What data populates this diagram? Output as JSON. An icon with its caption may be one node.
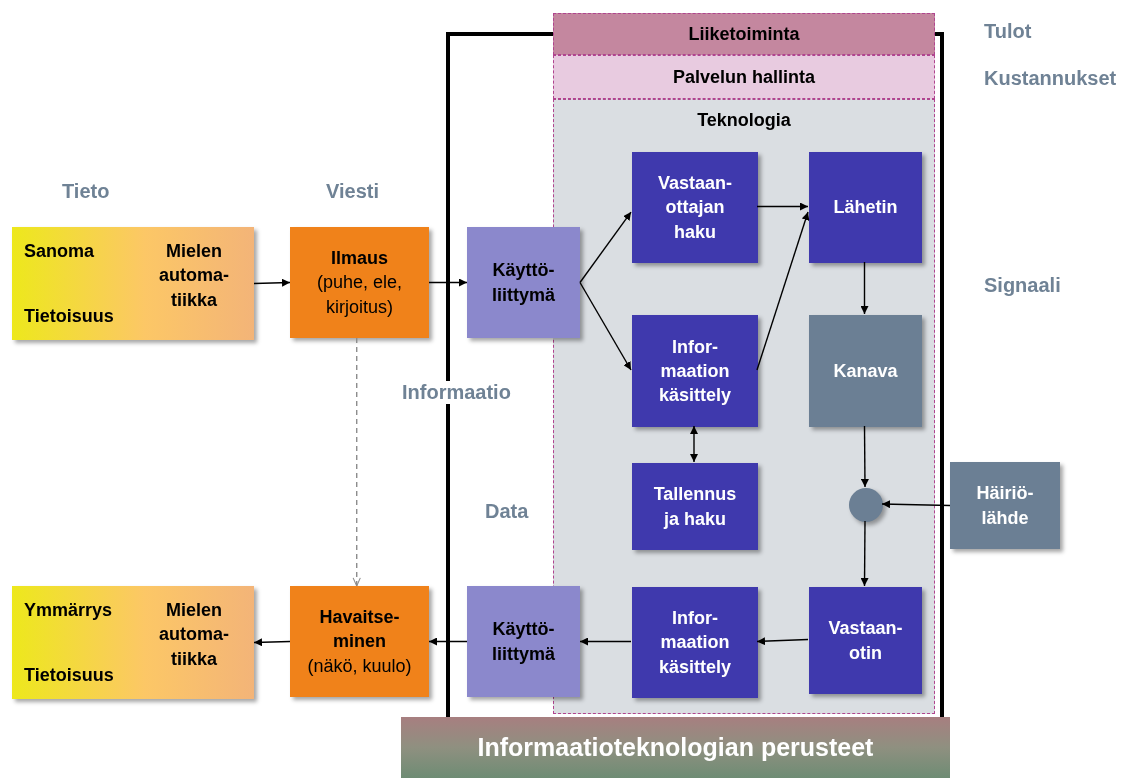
{
  "diagram": {
    "nodes": [
      {
        "text": [
          "Liiketoiminta"
        ]
      },
      {
        "text": [
          "Palvelun hallinta"
        ]
      },
      {
        "text": [
          "Teknologia"
        ]
      },
      {
        "text": [
          "Sanoma",
          "Tietoisuus",
          "Mielen automa- tiikka"
        ]
      },
      {
        "text": [
          "Ilmaus",
          "(puhe, ele, kirjoitus)"
        ]
      },
      {
        "text": [
          "Käyttö- liittymä"
        ]
      },
      {
        "text": [
          "Vastaan- ottajan haku"
        ],
        "in": 2
      },
      {
        "text": [
          "Lähetin"
        ],
        "in": 2
      },
      {
        "text": [
          "Infor- maation käsittely"
        ],
        "in": 2
      },
      {
        "text": [
          "Kanava"
        ],
        "in": 2
      },
      {
        "text": [
          "Tallennus ja haku"
        ],
        "in": 2
      },
      {
        "text": [],
        "shape": "circle",
        "in": 2
      },
      {
        "text": [
          "Häiriö- lähde"
        ]
      },
      {
        "text": [
          "Ymmärrys",
          "Tietoisuus",
          "Mielen automa- tiikka"
        ]
      },
      {
        "text": [
          "Havaitse- minen",
          "(näkö, kuulo)"
        ]
      },
      {
        "text": [
          "Käyttö- liittymä"
        ]
      },
      {
        "text": [
          "Infor- maation käsittely"
        ],
        "in": 2
      },
      {
        "text": [
          "Vastaan- otin"
        ],
        "in": 2
      },
      {
        "text": [
          "Informaatioteknologian perusteet"
        ]
      }
    ],
    "edges": [
      {
        "from": 3,
        "to": 4,
        "arrow": "to"
      },
      {
        "from": 4,
        "to": 5,
        "arrow": "to"
      },
      {
        "from": 5,
        "to": 6,
        "arrow": "to"
      },
      {
        "from": 5,
        "to": 8,
        "arrow": "to"
      },
      {
        "from": 6,
        "to": 7,
        "arrow": "to"
      },
      {
        "from": 8,
        "to": 7,
        "arrow": "to"
      },
      {
        "from": 7,
        "to": 9,
        "arrow": "to"
      },
      {
        "from": 8,
        "to": 10,
        "arrow": "both"
      },
      {
        "from": 9,
        "to": 11,
        "arrow": "to"
      },
      {
        "from": 12,
        "to": 11,
        "arrow": "to"
      },
      {
        "from": 11,
        "to": 17,
        "arrow": "to"
      },
      {
        "from": 17,
        "to": 16,
        "arrow": "to"
      },
      {
        "from": 16,
        "to": 15,
        "arrow": "to"
      },
      {
        "from": 15,
        "to": 14,
        "arrow": "to"
      },
      {
        "from": 14,
        "to": 13,
        "arrow": "to"
      },
      {
        "from": 4,
        "to": 14,
        "arrow": "to",
        "style": "dashed",
        "color": "#8c8c8c"
      },
      {
        "from": 0,
        "to": 18,
        "arrow": "none",
        "style": "thick"
      },
      {
        "from": 0,
        "to": 18,
        "arrow": "none",
        "style": "thick"
      }
    ],
    "labels": [
      "Tulot",
      "Kustannukset",
      "Tieto",
      "Viesti",
      "Signaali",
      "Informaatio",
      "Data"
    ]
  }
}
